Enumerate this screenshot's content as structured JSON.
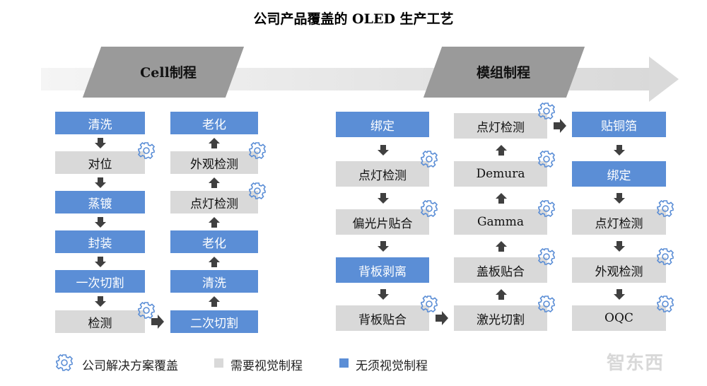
{
  "title": "公司产品覆盖的 OLED 生产工艺",
  "stages": {
    "cell": "Cell制程",
    "module": "模组制程"
  },
  "cell_col1": [
    "清洗",
    "对位",
    "蒸镀",
    "封装",
    "一次切割",
    "检测"
  ],
  "cell_col2": [
    "老化",
    "外观检测",
    "点灯检测",
    "老化",
    "清洗",
    "二次切割"
  ],
  "mod_col1": [
    "绑定",
    "点灯检测",
    "偏光片贴合",
    "背板剥离",
    "背板贴合"
  ],
  "mod_col2": [
    "点灯检测",
    "Demura",
    "Gamma",
    "盖板贴合",
    "激光切割"
  ],
  "mod_col3": [
    "贴铜箔",
    "绑定",
    "点灯检测",
    "外观检测",
    "OQC"
  ],
  "legend": {
    "solution": "公司解决方案覆盖",
    "vision": "需要视觉制程",
    "no_vision": "无须视觉制程"
  },
  "watermark": "智东西",
  "colors": {
    "blue": "#5b8ed6",
    "gray": "#d9d9d9",
    "arrow": "#404040",
    "gear": "#5b8ed6"
  }
}
